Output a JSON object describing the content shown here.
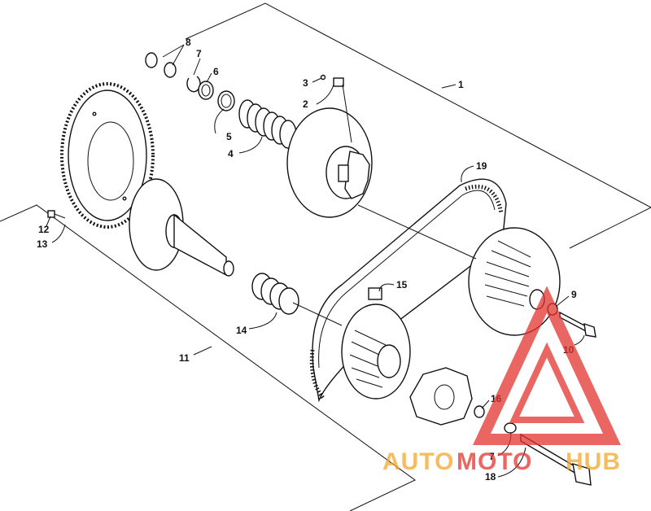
{
  "callouts": {
    "c1": "1",
    "c2": "2",
    "c3": "3",
    "c4": "4",
    "c5": "5",
    "c6": "6",
    "c7a": "7",
    "c7b": "7",
    "c8": "8",
    "c9": "9",
    "c10": "10",
    "c11": "11",
    "c12": "12",
    "c13": "13",
    "c14": "14",
    "c15": "15",
    "c16": "16",
    "c18": "18",
    "c19": "19"
  },
  "watermark": {
    "text_a": "AUTO",
    "text_b": "MOTO",
    "text_c": "HUB",
    "color_orange": "#f4a62a",
    "color_red": "#e2332e",
    "color_dark": "#c8c8c8"
  }
}
